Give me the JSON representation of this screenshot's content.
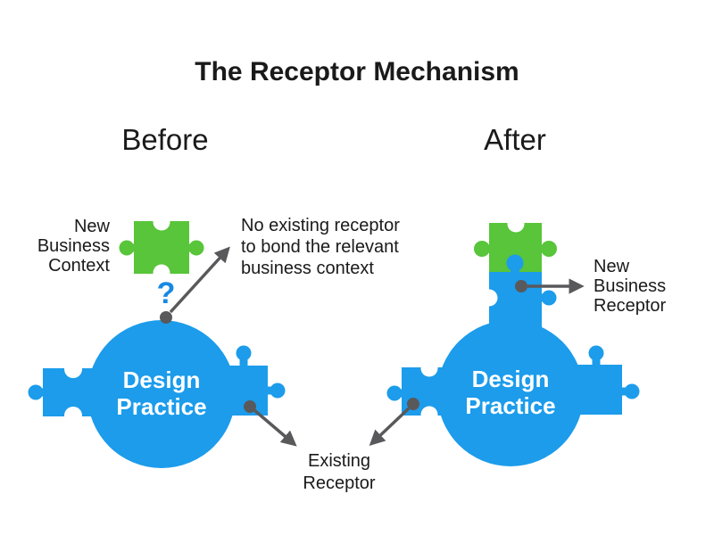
{
  "title": "The Receptor Mechanism",
  "colors": {
    "blue": "#1c9ceb",
    "green": "#58c53a",
    "arrow": "#59595c",
    "question": "#1789e4"
  },
  "before": {
    "label": "Before",
    "context_piece_label": "New\nBusiness\nContext",
    "question_mark": "?",
    "annotation": "No existing receptor\nto bond the relevant\nbusiness context",
    "circle_label": "Design\nPractice"
  },
  "after": {
    "label": "After",
    "circle_label": "Design\nPractice",
    "new_receptor_label": "New\nBusiness\nReceptor"
  },
  "shared": {
    "existing_receptor_label": "Existing\nReceptor"
  }
}
